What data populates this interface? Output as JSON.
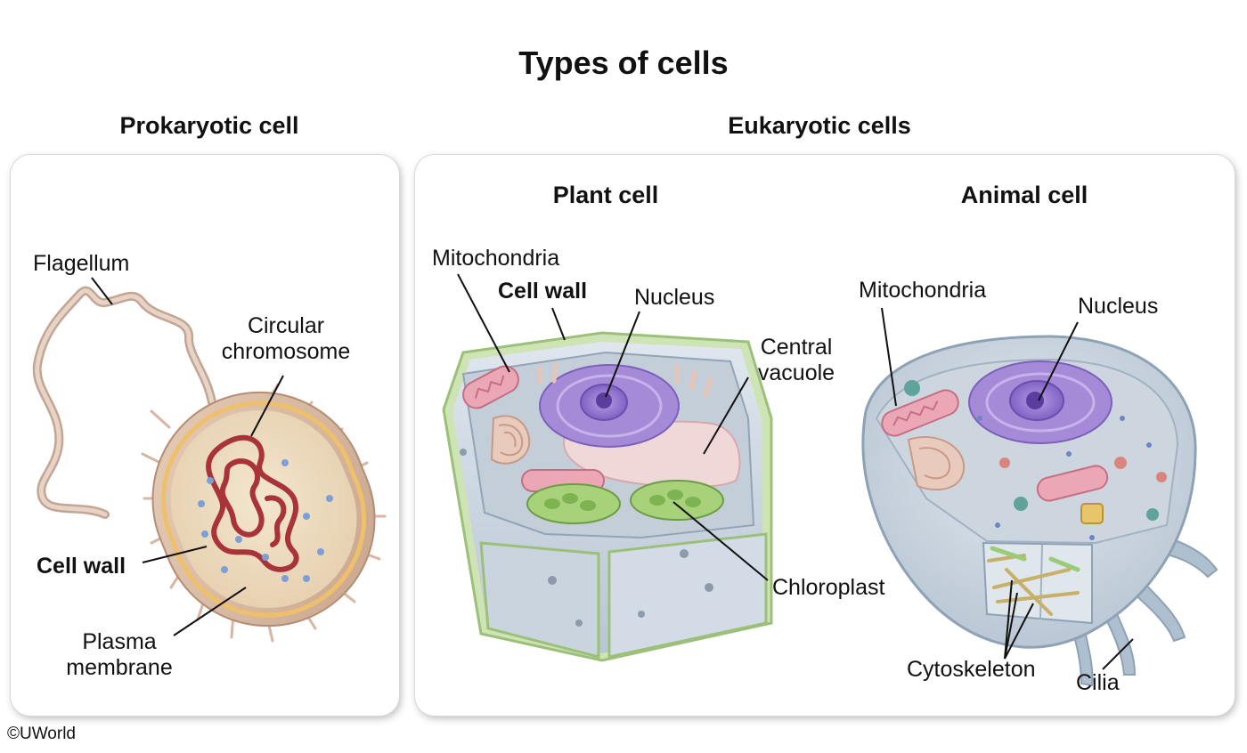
{
  "title": "Types of cells",
  "sections": {
    "prokaryotic": "Prokaryotic cell",
    "eukaryotic": "Eukaryotic cells",
    "plant": "Plant cell",
    "animal": "Animal cell"
  },
  "prokaryote_labels": {
    "flagellum": "Flagellum",
    "circular_chromosome_1": "Circular",
    "circular_chromosome_2": "chromosome",
    "cell_wall": "Cell wall",
    "plasma_membrane_1": "Plasma",
    "plasma_membrane_2": "membrane"
  },
  "plant_labels": {
    "mitochondria": "Mitochondria",
    "cell_wall": "Cell wall",
    "nucleus": "Nucleus",
    "central_vacuole_1": "Central",
    "central_vacuole_2": "vacuole",
    "chloroplast": "Chloroplast"
  },
  "animal_labels": {
    "mitochondria": "Mitochondria",
    "nucleus": "Nucleus",
    "cytoskeleton": "Cytoskeleton",
    "cilia": "Cilia"
  },
  "credit": "©UWorld"
}
